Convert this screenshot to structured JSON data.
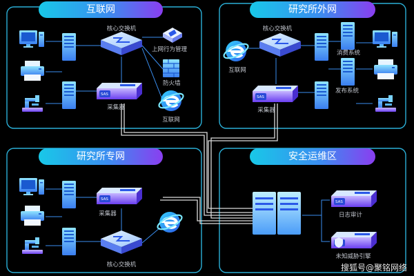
{
  "zones": {
    "internet": {
      "title": "互联网",
      "switch_label": "核心交换机",
      "behavior_label": "上网行为管理",
      "firewall_label": "防火墙",
      "collector_label": "采集器",
      "internet_label": "互联网"
    },
    "external": {
      "title": "研究所外网",
      "switch_label": "核心交换机",
      "internet_label": "互联网",
      "collector_label": "采集器",
      "msg_label": "消费系统",
      "pub_label": "发布系统"
    },
    "private": {
      "title": "研究所专网",
      "collector_label": "采集器",
      "switch_label": "核心交换机"
    },
    "security": {
      "title": "安全运维区",
      "audit_label": "日志审计",
      "threat_label": "未知威胁引擎"
    }
  },
  "device_text": {
    "sas": "SAS"
  },
  "watermark": "搜狐号@聚铭网络",
  "colors": {
    "panel_border": "#2bb0d8",
    "accent_cyan": "#1ec8ee",
    "accent_purple": "#8a3ef0",
    "link_line": "#dcdcdc"
  }
}
